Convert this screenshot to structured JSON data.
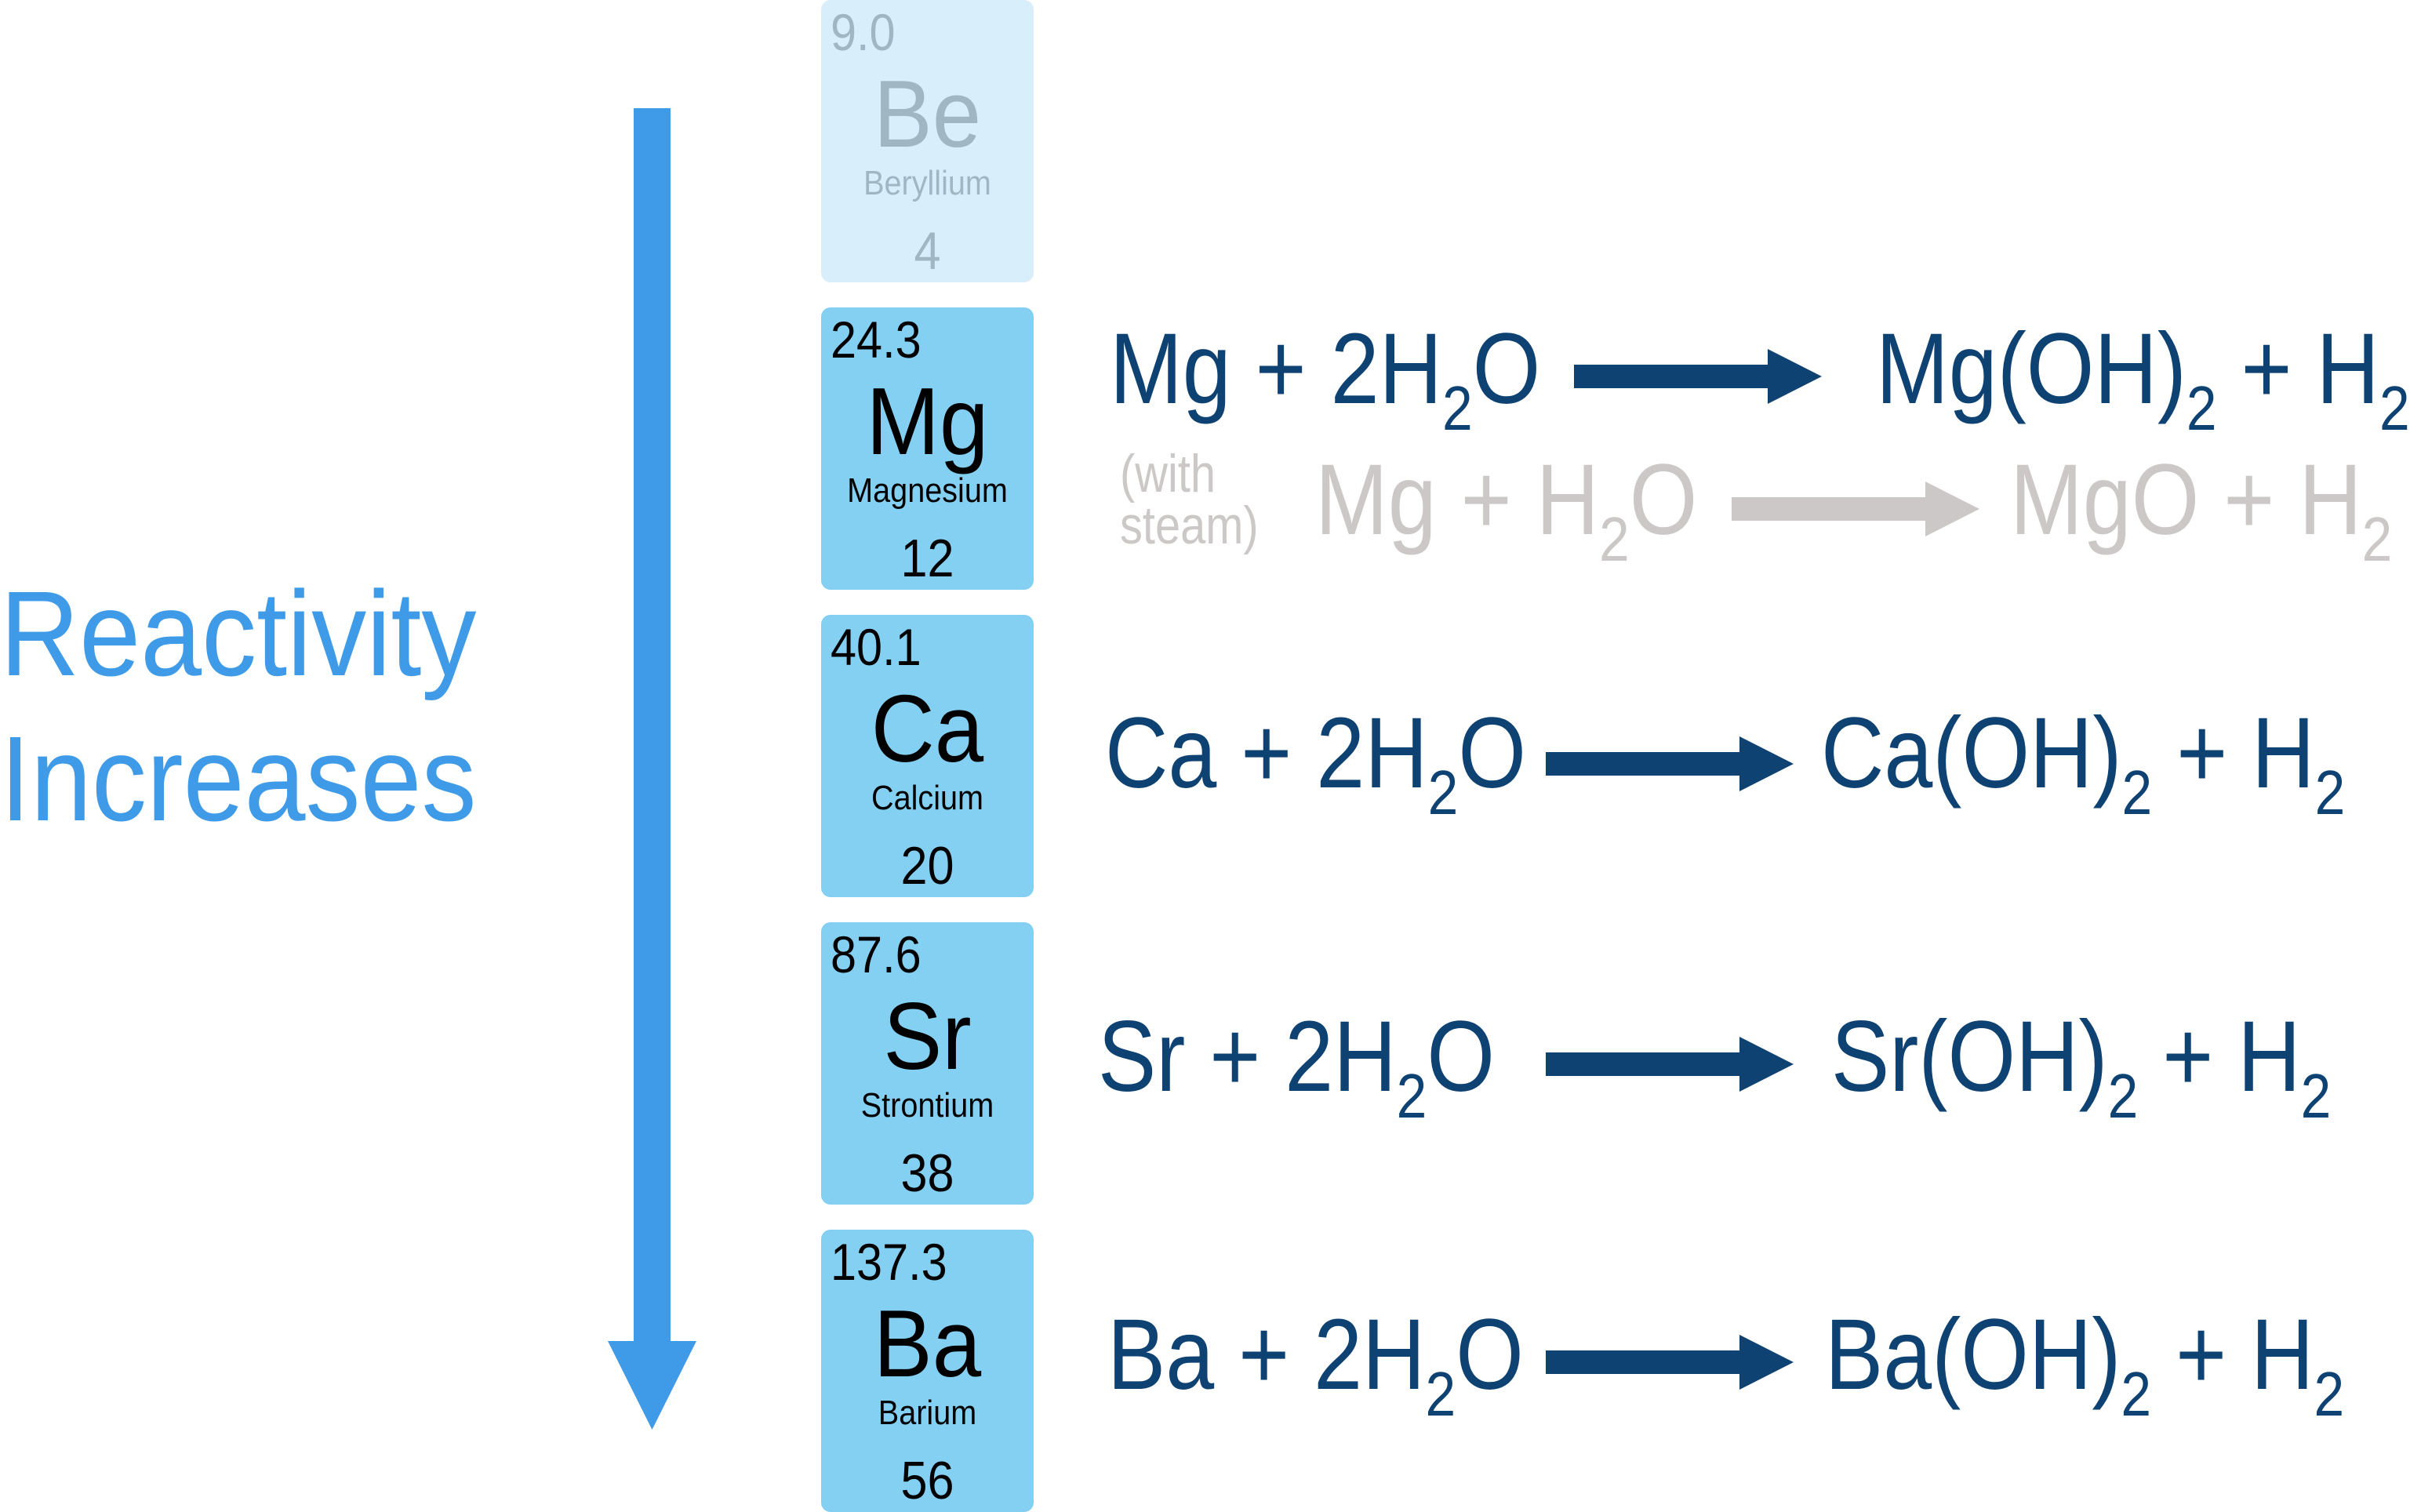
{
  "label": {
    "line1": "Reactivity",
    "line2": "Increases",
    "color": "#3F9BE8"
  },
  "arrow": {
    "direction": "down",
    "color": "#3F9BE8",
    "meaning": "reactivity increases down the group"
  },
  "elements": [
    {
      "mass": "9.0",
      "symbol": "Be",
      "name": "Beryllium",
      "number": "4",
      "faded": true
    },
    {
      "mass": "24.3",
      "symbol": "Mg",
      "name": "Magnesium",
      "number": "12"
    },
    {
      "mass": "40.1",
      "symbol": "Ca",
      "name": "Calcium",
      "number": "20"
    },
    {
      "mass": "87.6",
      "symbol": "Sr",
      "name": "Strontium",
      "number": "38"
    },
    {
      "mass": "137.3",
      "symbol": "Ba",
      "name": "Barium",
      "number": "56"
    }
  ],
  "equations": {
    "mg": {
      "r1": "Mg + 2H",
      "r_sub": "2",
      "r2": "O",
      "p1": "Mg(OH)",
      "p_sub1": "2",
      "p2": " + H",
      "p_sub2": "2"
    },
    "mg_steam": {
      "note1": "(with",
      "note2": "steam)",
      "r1": "Mg + H",
      "r_sub": "2",
      "r2": "O",
      "p1": "MgO + H",
      "p_sub2": "2"
    },
    "ca": {
      "r1": "Ca + 2H",
      "r_sub": "2",
      "r2": "O",
      "p1": "Ca(OH)",
      "p_sub1": "2",
      "p2": " + H",
      "p_sub2": "2"
    },
    "sr": {
      "r1": "Sr + 2H",
      "r_sub": "2",
      "r2": "O",
      "p1": "Sr(OH)",
      "p_sub1": "2",
      "p2": " + H",
      "p_sub2": "2"
    },
    "ba": {
      "r1": "Ba + 2H",
      "r_sub": "2",
      "r2": "O",
      "p1": "Ba(OH)",
      "p_sub1": "2",
      "p2": " + H",
      "p_sub2": "2"
    }
  },
  "colors": {
    "equation": "#0E4272",
    "equation_faded": "#CBC8C7",
    "tile": "#84D0F3",
    "tile_faded": "#D8EEFB",
    "tile_faded_text": "#A0B6C3"
  }
}
